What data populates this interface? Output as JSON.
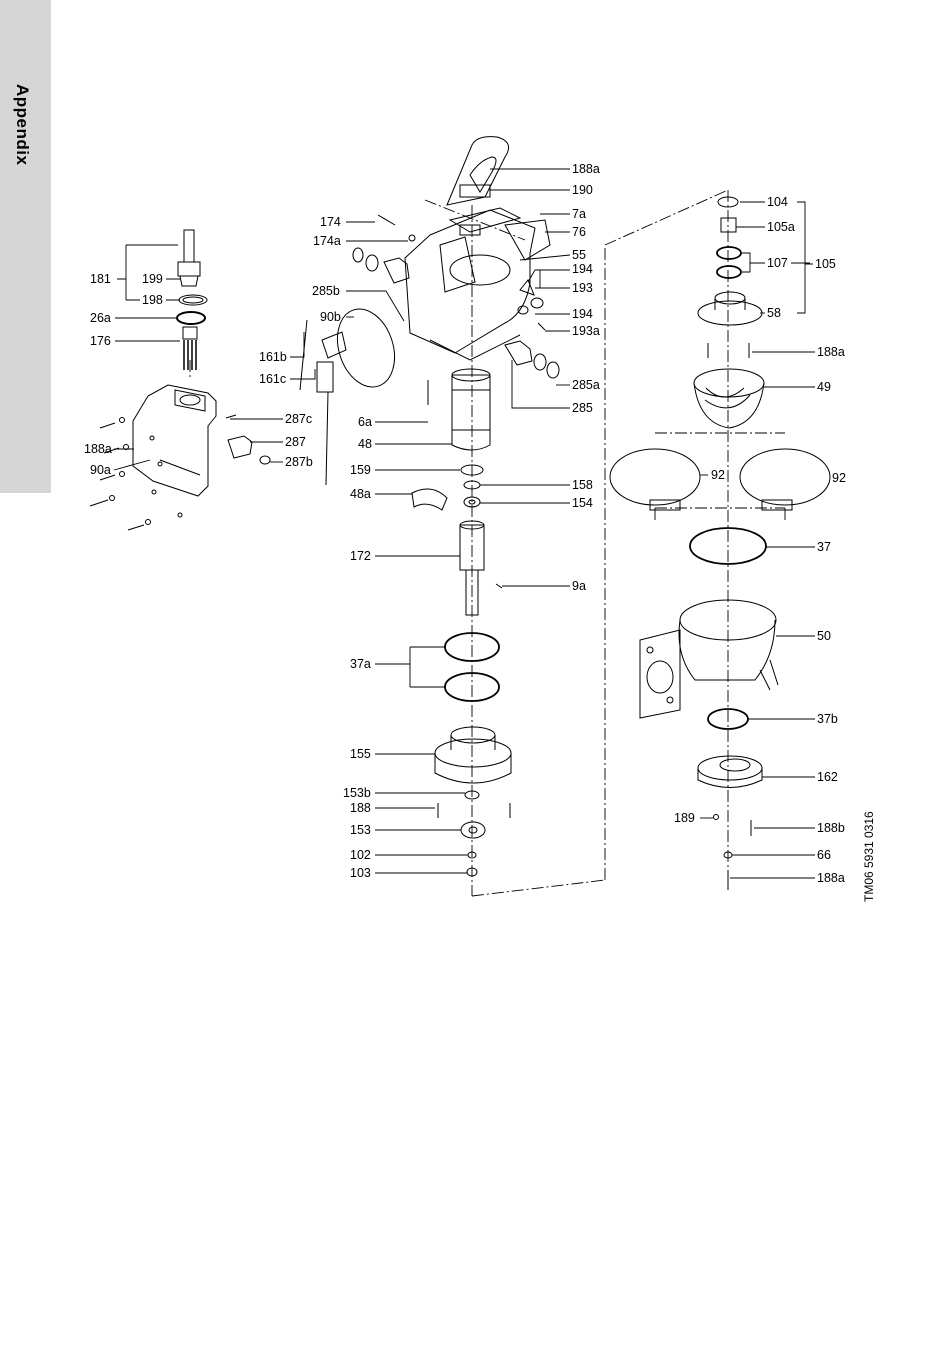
{
  "side_tab": {
    "label": "Appendix"
  },
  "drawing_reference": "TM06 5931 0316",
  "part_labels": {
    "p181": "181",
    "p199": "199",
    "p198": "198",
    "p26a": "26a",
    "p176": "176",
    "p188a_left": "188a",
    "p90a": "90a",
    "p287c": "287c",
    "p287": "287",
    "p287b": "287b",
    "p174": "174",
    "p174a": "174a",
    "p285b": "285b",
    "p90b": "90b",
    "p161b": "161b",
    "p161c": "161c",
    "p6a": "6a",
    "p48": "48",
    "p159": "159",
    "p48a": "48a",
    "p172": "172",
    "p37a": "37a",
    "p155": "155",
    "p153b": "153b",
    "p188": "188",
    "p153": "153",
    "p102": "102",
    "p103": "103",
    "p188a_top": "188a",
    "p190": "190",
    "p7a": "7a",
    "p76": "76",
    "p55": "55",
    "p194_top": "194",
    "p193": "193",
    "p194_bot": "194",
    "p193a": "193a",
    "p285a": "285a",
    "p285": "285",
    "p158": "158",
    "p154": "154",
    "p9a": "9a",
    "p104": "104",
    "p105a": "105a",
    "p105": "105",
    "p107": "107",
    "p58": "58",
    "p188a_right": "188a",
    "p49": "49",
    "p92_left": "92",
    "p92_right": "92",
    "p37": "37",
    "p50": "50",
    "p37b": "37b",
    "p162": "162",
    "p189": "189",
    "p188b": "188b",
    "p66": "66",
    "p188a_bottom": "188a"
  }
}
